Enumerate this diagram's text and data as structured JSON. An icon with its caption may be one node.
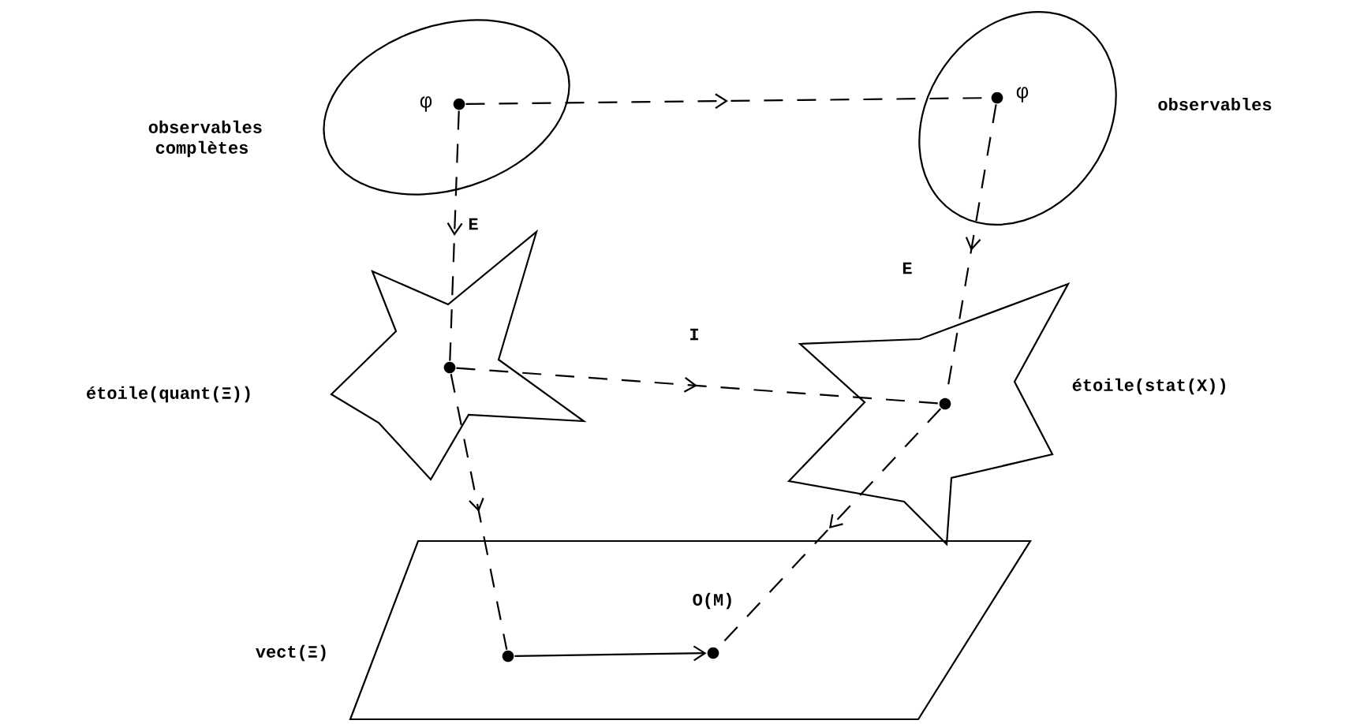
{
  "diagram": {
    "nodes": [
      {
        "text": [
          "observables complètes"
        ]
      },
      {
        "text": [],
        "shape": "circle",
        "in": 0,
        "beside": [
          "φ"
        ]
      },
      {
        "text": [
          "observables"
        ]
      },
      {
        "text": [],
        "shape": "circle",
        "in": 2,
        "beside": [
          "φ"
        ]
      },
      {
        "text": [
          "étoile(quant(Ξ))"
        ]
      },
      {
        "text": [],
        "shape": "circle",
        "in": 4
      },
      {
        "text": [
          "étoile(stat(X))"
        ]
      },
      {
        "text": [],
        "shape": "circle",
        "in": 6
      },
      {
        "text": [
          "vect(Ξ)"
        ]
      },
      {
        "text": [],
        "shape": "circle",
        "in": 8
      },
      {
        "text": [],
        "shape": "circle",
        "in": 8
      }
    ],
    "edges": [
      {
        "from": 1,
        "to": 3,
        "arrow": "to",
        "style": "dashed"
      },
      {
        "from": 1,
        "to": 5,
        "arrow": "to",
        "style": "dashed",
        "label": "E"
      },
      {
        "from": 3,
        "to": 7,
        "arrow": "to",
        "style": "dashed",
        "label": "E"
      },
      {
        "from": 5,
        "to": 7,
        "arrow": "to",
        "style": "dashed",
        "label": "I"
      },
      {
        "from": 5,
        "to": 9,
        "arrow": "to",
        "style": "dashed"
      },
      {
        "from": 7,
        "to": 10,
        "arrow": "to",
        "style": "dashed"
      },
      {
        "from": 9,
        "to": 10,
        "arrow": "to",
        "label": "O(M)"
      }
    ]
  }
}
